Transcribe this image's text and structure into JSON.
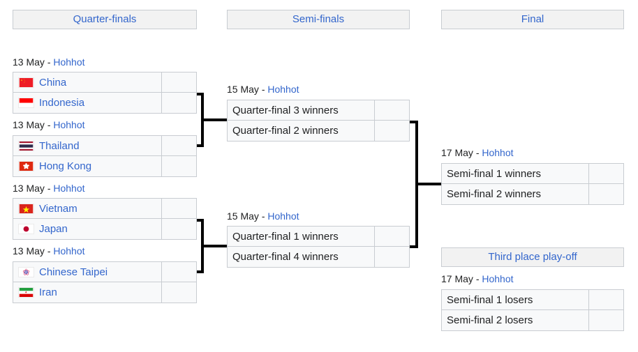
{
  "rounds": [
    {
      "key": "quarter-finals",
      "label": "Quarter-finals"
    },
    {
      "key": "semi-finals",
      "label": "Semi-finals"
    },
    {
      "key": "final",
      "label": "Final"
    },
    {
      "key": "third-place",
      "label": "Third place play-off"
    }
  ],
  "labels": {
    "date_separator": "-"
  },
  "matches": {
    "qf1": {
      "date": "13 May",
      "venue": "Hohhot",
      "teams": [
        {
          "name": "China",
          "flag": "china",
          "score": ""
        },
        {
          "name": "Indonesia",
          "flag": "indonesia",
          "score": ""
        }
      ]
    },
    "qf2": {
      "date": "13 May",
      "venue": "Hohhot",
      "teams": [
        {
          "name": "Thailand",
          "flag": "thailand",
          "score": ""
        },
        {
          "name": "Hong Kong",
          "flag": "hong-kong",
          "score": ""
        }
      ]
    },
    "qf3": {
      "date": "13 May",
      "venue": "Hohhot",
      "teams": [
        {
          "name": "Vietnam",
          "flag": "vietnam",
          "score": ""
        },
        {
          "name": "Japan",
          "flag": "japan",
          "score": ""
        }
      ]
    },
    "qf4": {
      "date": "13 May",
      "venue": "Hohhot",
      "teams": [
        {
          "name": "Chinese Taipei",
          "flag": "chinese-taipei",
          "score": ""
        },
        {
          "name": "Iran",
          "flag": "iran",
          "score": ""
        }
      ]
    },
    "sf1": {
      "date": "15 May",
      "venue": "Hohhot",
      "teams": [
        {
          "name": "Quarter-final 3 winners",
          "flag": null,
          "score": ""
        },
        {
          "name": "Quarter-final 2 winners",
          "flag": null,
          "score": ""
        }
      ]
    },
    "sf2": {
      "date": "15 May",
      "venue": "Hohhot",
      "teams": [
        {
          "name": "Quarter-final 1 winners",
          "flag": null,
          "score": ""
        },
        {
          "name": "Quarter-final 4 winners",
          "flag": null,
          "score": ""
        }
      ]
    },
    "final": {
      "date": "17 May",
      "venue": "Hohhot",
      "teams": [
        {
          "name": "Semi-final 1 winners",
          "flag": null,
          "score": ""
        },
        {
          "name": "Semi-final 2 winners",
          "flag": null,
          "score": ""
        }
      ]
    },
    "third": {
      "date": "17 May",
      "venue": "Hohhot",
      "teams": [
        {
          "name": "Semi-final 1 losers",
          "flag": null,
          "score": ""
        },
        {
          "name": "Semi-final 2 losers",
          "flag": null,
          "score": ""
        }
      ]
    }
  },
  "colors": {
    "link": "#3366cc",
    "text": "#202122",
    "header_bg": "#f2f2f2",
    "cell_bg": "#f8f9fa",
    "border": "#c8ccd1",
    "connector": "#000000"
  }
}
